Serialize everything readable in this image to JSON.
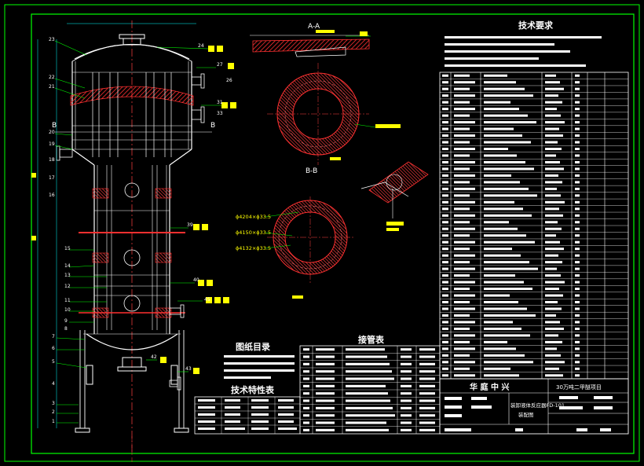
{
  "titles": {
    "tech_requirements": "技术要求",
    "drawing_catalog": "图纸目录",
    "nozzle_table": "接管表",
    "tech_characteristics": "技术特性表"
  },
  "section_labels": {
    "aa": "A-A",
    "bb": "B-B",
    "b_left": "B",
    "b_right": "B"
  },
  "company": {
    "name": "华 庭 中 兴",
    "project": "30万吨二甲醚项目",
    "drawing_name": "装卸液体反应器FD-101",
    "drawing_sub": "装配图"
  },
  "dimension_labels": [
    "ϕ4204×ϕ33.5",
    "ϕ4150×ϕ33.5",
    "ϕ4132×ϕ33.5"
  ],
  "part_labels": [
    "23",
    "22",
    "21",
    "20",
    "19",
    "18",
    "17",
    "16",
    "15",
    "14",
    "13",
    "12",
    "11",
    "10",
    "9",
    "8",
    "7",
    "6",
    "5",
    "4",
    "3",
    "2",
    "1",
    "24",
    "27",
    "26",
    "31",
    "33",
    "39",
    "40",
    "42",
    "43",
    "45"
  ],
  "colors": {
    "frame": "#00ff00",
    "white": "#ffffff",
    "red": "#ff2020",
    "yellow": "#ffff00",
    "cyan": "#00ffff",
    "magenta": "#ff00ff"
  }
}
